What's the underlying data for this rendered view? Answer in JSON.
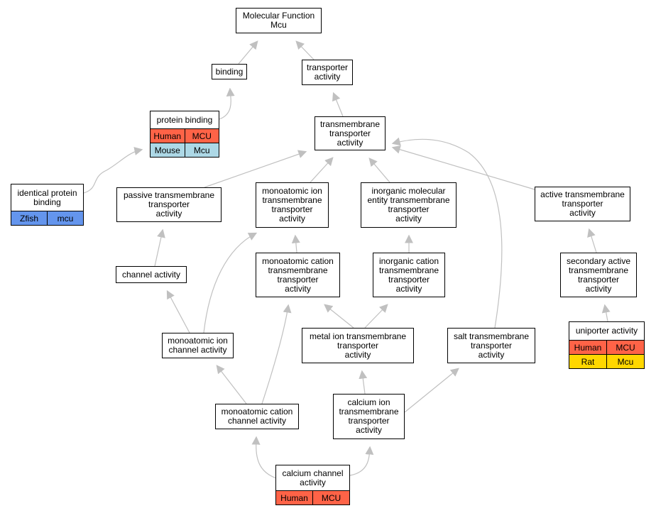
{
  "nodes": {
    "mf": {
      "label": "Molecular Function\nMcu"
    },
    "binding": {
      "label": "binding"
    },
    "transporter": {
      "label": "transporter\nactivity"
    },
    "protein_binding": {
      "label": "protein binding",
      "rows": [
        {
          "species": "Human",
          "gene": "MCU",
          "color": "#ff6347"
        },
        {
          "species": "Mouse",
          "gene": "Mcu",
          "color": "#add8e6"
        }
      ]
    },
    "tm_transporter": {
      "label": "transmembrane\ntransporter\nactivity"
    },
    "identical_binding": {
      "label": "identical protein\nbinding",
      "rows": [
        {
          "species": "Zfish",
          "gene": "mcu",
          "color": "#6495ed"
        }
      ]
    },
    "passive": {
      "label": "passive transmembrane\ntransporter\nactivity"
    },
    "monoatomic_ion_tm": {
      "label": "monoatomic ion\ntransmembrane\ntransporter\nactivity"
    },
    "inorganic_mol": {
      "label": "inorganic molecular\nentity transmembrane\ntransporter\nactivity"
    },
    "active": {
      "label": "active transmembrane\ntransporter\nactivity"
    },
    "channel": {
      "label": "channel activity"
    },
    "monoatomic_cation_tm": {
      "label": "monoatomic cation\ntransmembrane\ntransporter\nactivity"
    },
    "inorganic_cation": {
      "label": "inorganic cation\ntransmembrane\ntransporter\nactivity"
    },
    "secondary_active": {
      "label": "secondary active\ntransmembrane\ntransporter\nactivity"
    },
    "uniporter": {
      "label": "uniporter activity",
      "rows": [
        {
          "species": "Human",
          "gene": "MCU",
          "color": "#ff6347"
        },
        {
          "species": "Rat",
          "gene": "Mcu",
          "color": "#ffd700"
        }
      ]
    },
    "monoatomic_ion_channel": {
      "label": "monoatomic ion\nchannel activity"
    },
    "metal_ion": {
      "label": "metal ion transmembrane\ntransporter\nactivity"
    },
    "salt": {
      "label": "salt transmembrane\ntransporter\nactivity"
    },
    "monoatomic_cation_channel": {
      "label": "monoatomic cation\nchannel activity"
    },
    "calcium_ion_tm": {
      "label": "calcium ion\ntransmembrane\ntransporter\nactivity"
    },
    "calcium_channel": {
      "label": "calcium channel\nactivity",
      "rows": [
        {
          "species": "Human",
          "gene": "MCU",
          "color": "#ff6347"
        }
      ]
    }
  },
  "edges": [
    {
      "from": "binding",
      "to": "mf"
    },
    {
      "from": "transporter",
      "to": "mf"
    },
    {
      "from": "protein_binding",
      "to": "binding"
    },
    {
      "from": "tm_transporter",
      "to": "transporter"
    },
    {
      "from": "identical_binding",
      "to": "protein_binding"
    },
    {
      "from": "passive",
      "to": "tm_transporter"
    },
    {
      "from": "monoatomic_ion_tm",
      "to": "tm_transporter"
    },
    {
      "from": "inorganic_mol",
      "to": "tm_transporter"
    },
    {
      "from": "active",
      "to": "tm_transporter"
    },
    {
      "from": "salt",
      "to": "tm_transporter"
    },
    {
      "from": "channel",
      "to": "passive"
    },
    {
      "from": "monoatomic_cation_tm",
      "to": "monoatomic_ion_tm"
    },
    {
      "from": "monoatomic_ion_channel",
      "to": "monoatomic_ion_tm"
    },
    {
      "from": "inorganic_cation",
      "to": "inorganic_mol"
    },
    {
      "from": "secondary_active",
      "to": "active"
    },
    {
      "from": "uniporter",
      "to": "secondary_active"
    },
    {
      "from": "monoatomic_ion_channel",
      "to": "channel"
    },
    {
      "from": "metal_ion",
      "to": "monoatomic_cation_tm"
    },
    {
      "from": "metal_ion",
      "to": "inorganic_cation"
    },
    {
      "from": "monoatomic_cation_channel",
      "to": "monoatomic_ion_channel"
    },
    {
      "from": "monoatomic_cation_channel",
      "to": "monoatomic_cation_tm"
    },
    {
      "from": "calcium_ion_tm",
      "to": "metal_ion"
    },
    {
      "from": "calcium_ion_tm",
      "to": "salt"
    },
    {
      "from": "calcium_channel",
      "to": "monoatomic_cation_channel"
    },
    {
      "from": "calcium_channel",
      "to": "calcium_ion_tm"
    }
  ],
  "colors": {
    "edge": "#c0c0c0",
    "human": "#ff6347",
    "mouse": "#add8e6",
    "rat": "#ffd700",
    "zfish": "#6495ed"
  }
}
